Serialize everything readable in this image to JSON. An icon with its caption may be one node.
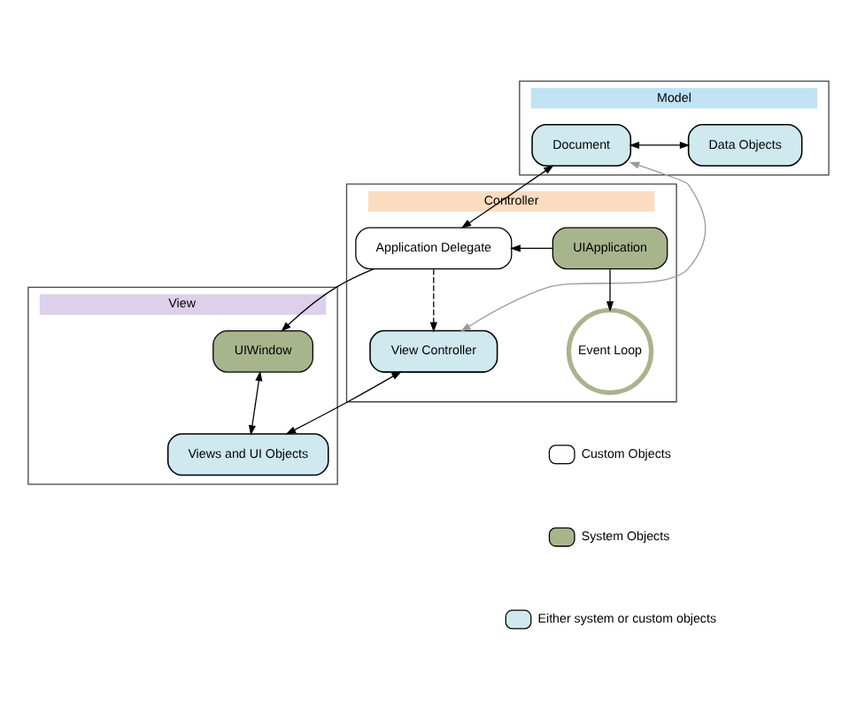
{
  "diagram": {
    "nodes": [
      {
        "text": [
          "Model"
        ]
      },
      {
        "text": [
          "Data Objects"
        ],
        "in": 0
      },
      {
        "text": [
          "Document"
        ],
        "in": 0
      },
      {
        "text": [
          "Controller"
        ]
      },
      {
        "text": [
          "UIApplication"
        ],
        "in": 3
      },
      {
        "text": [
          "Application Delegate"
        ],
        "in": 3
      },
      {
        "text": [
          "Event Loop"
        ],
        "in": 3
      },
      {
        "text": [
          "View Controller"
        ],
        "in": 3
      },
      {
        "text": [
          "View"
        ]
      },
      {
        "text": [
          "UIWindow"
        ],
        "in": 8
      },
      {
        "text": [
          "Views and UI Objects"
        ],
        "in": 8
      }
    ],
    "edges": [
      {
        "from": 1,
        "to": 2,
        "arrow": "both"
      },
      {
        "from": 5,
        "to": 2,
        "arrow": "both"
      },
      {
        "from": 7,
        "to": 2,
        "arrow": "both",
        "color": "#999999"
      },
      {
        "from": 4,
        "to": 5,
        "arrow": "to"
      },
      {
        "from": 5,
        "to": 9,
        "arrow": "to"
      },
      {
        "from": 4,
        "to": 6,
        "arrow": "to"
      },
      {
        "from": 5,
        "to": 7,
        "arrow": "to",
        "style": "dashed"
      },
      {
        "from": 9,
        "to": 10,
        "arrow": "both"
      },
      {
        "from": 7,
        "to": 10,
        "arrow": "both"
      }
    ],
    "legend": [
      {
        "text": "Custom Objects",
        "color": "#ffffff"
      },
      {
        "text": "System Objects",
        "color": "#a8b48c"
      },
      {
        "text": "Either system or custom objects",
        "color": "#cfe9ef"
      }
    ]
  }
}
